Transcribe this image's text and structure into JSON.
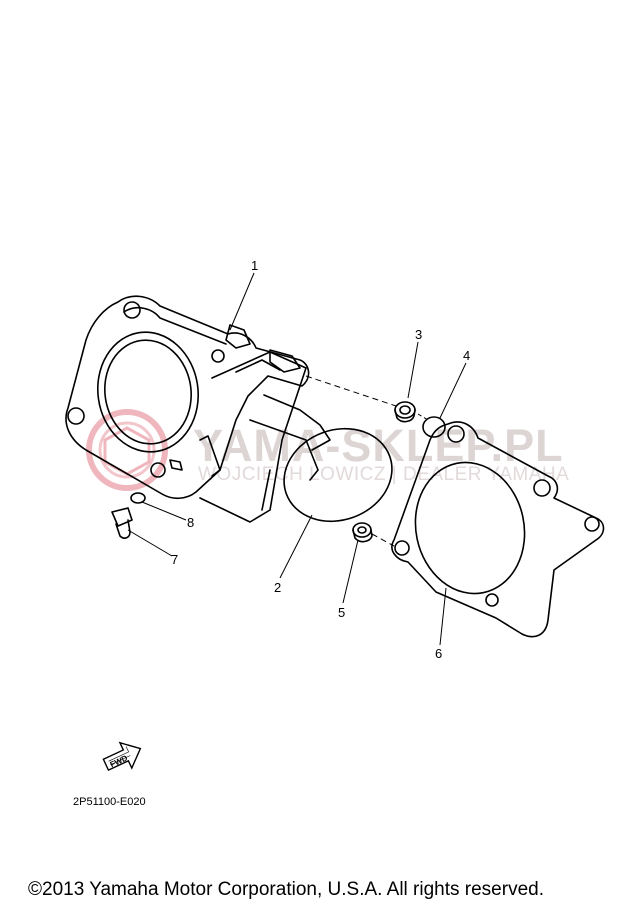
{
  "callouts": {
    "c1": "1",
    "c2": "2",
    "c3": "3",
    "c4": "4",
    "c5": "5",
    "c6": "6",
    "c7": "7",
    "c8": "8"
  },
  "diagram_code": "2P51100-E020",
  "fwd_label": "FWD",
  "copyright": "©2013 Yamaha Motor Corporation, U.S.A. All rights reserved.",
  "watermark": {
    "brand": "YAMA-SKLEP.PL",
    "sub": "WOJCIECH LOWICZ | DEALER YAMAHA"
  },
  "colors": {
    "line": "#000000",
    "watermark_logo": "#e8a0a8",
    "watermark_text": "#ddd4d4"
  }
}
